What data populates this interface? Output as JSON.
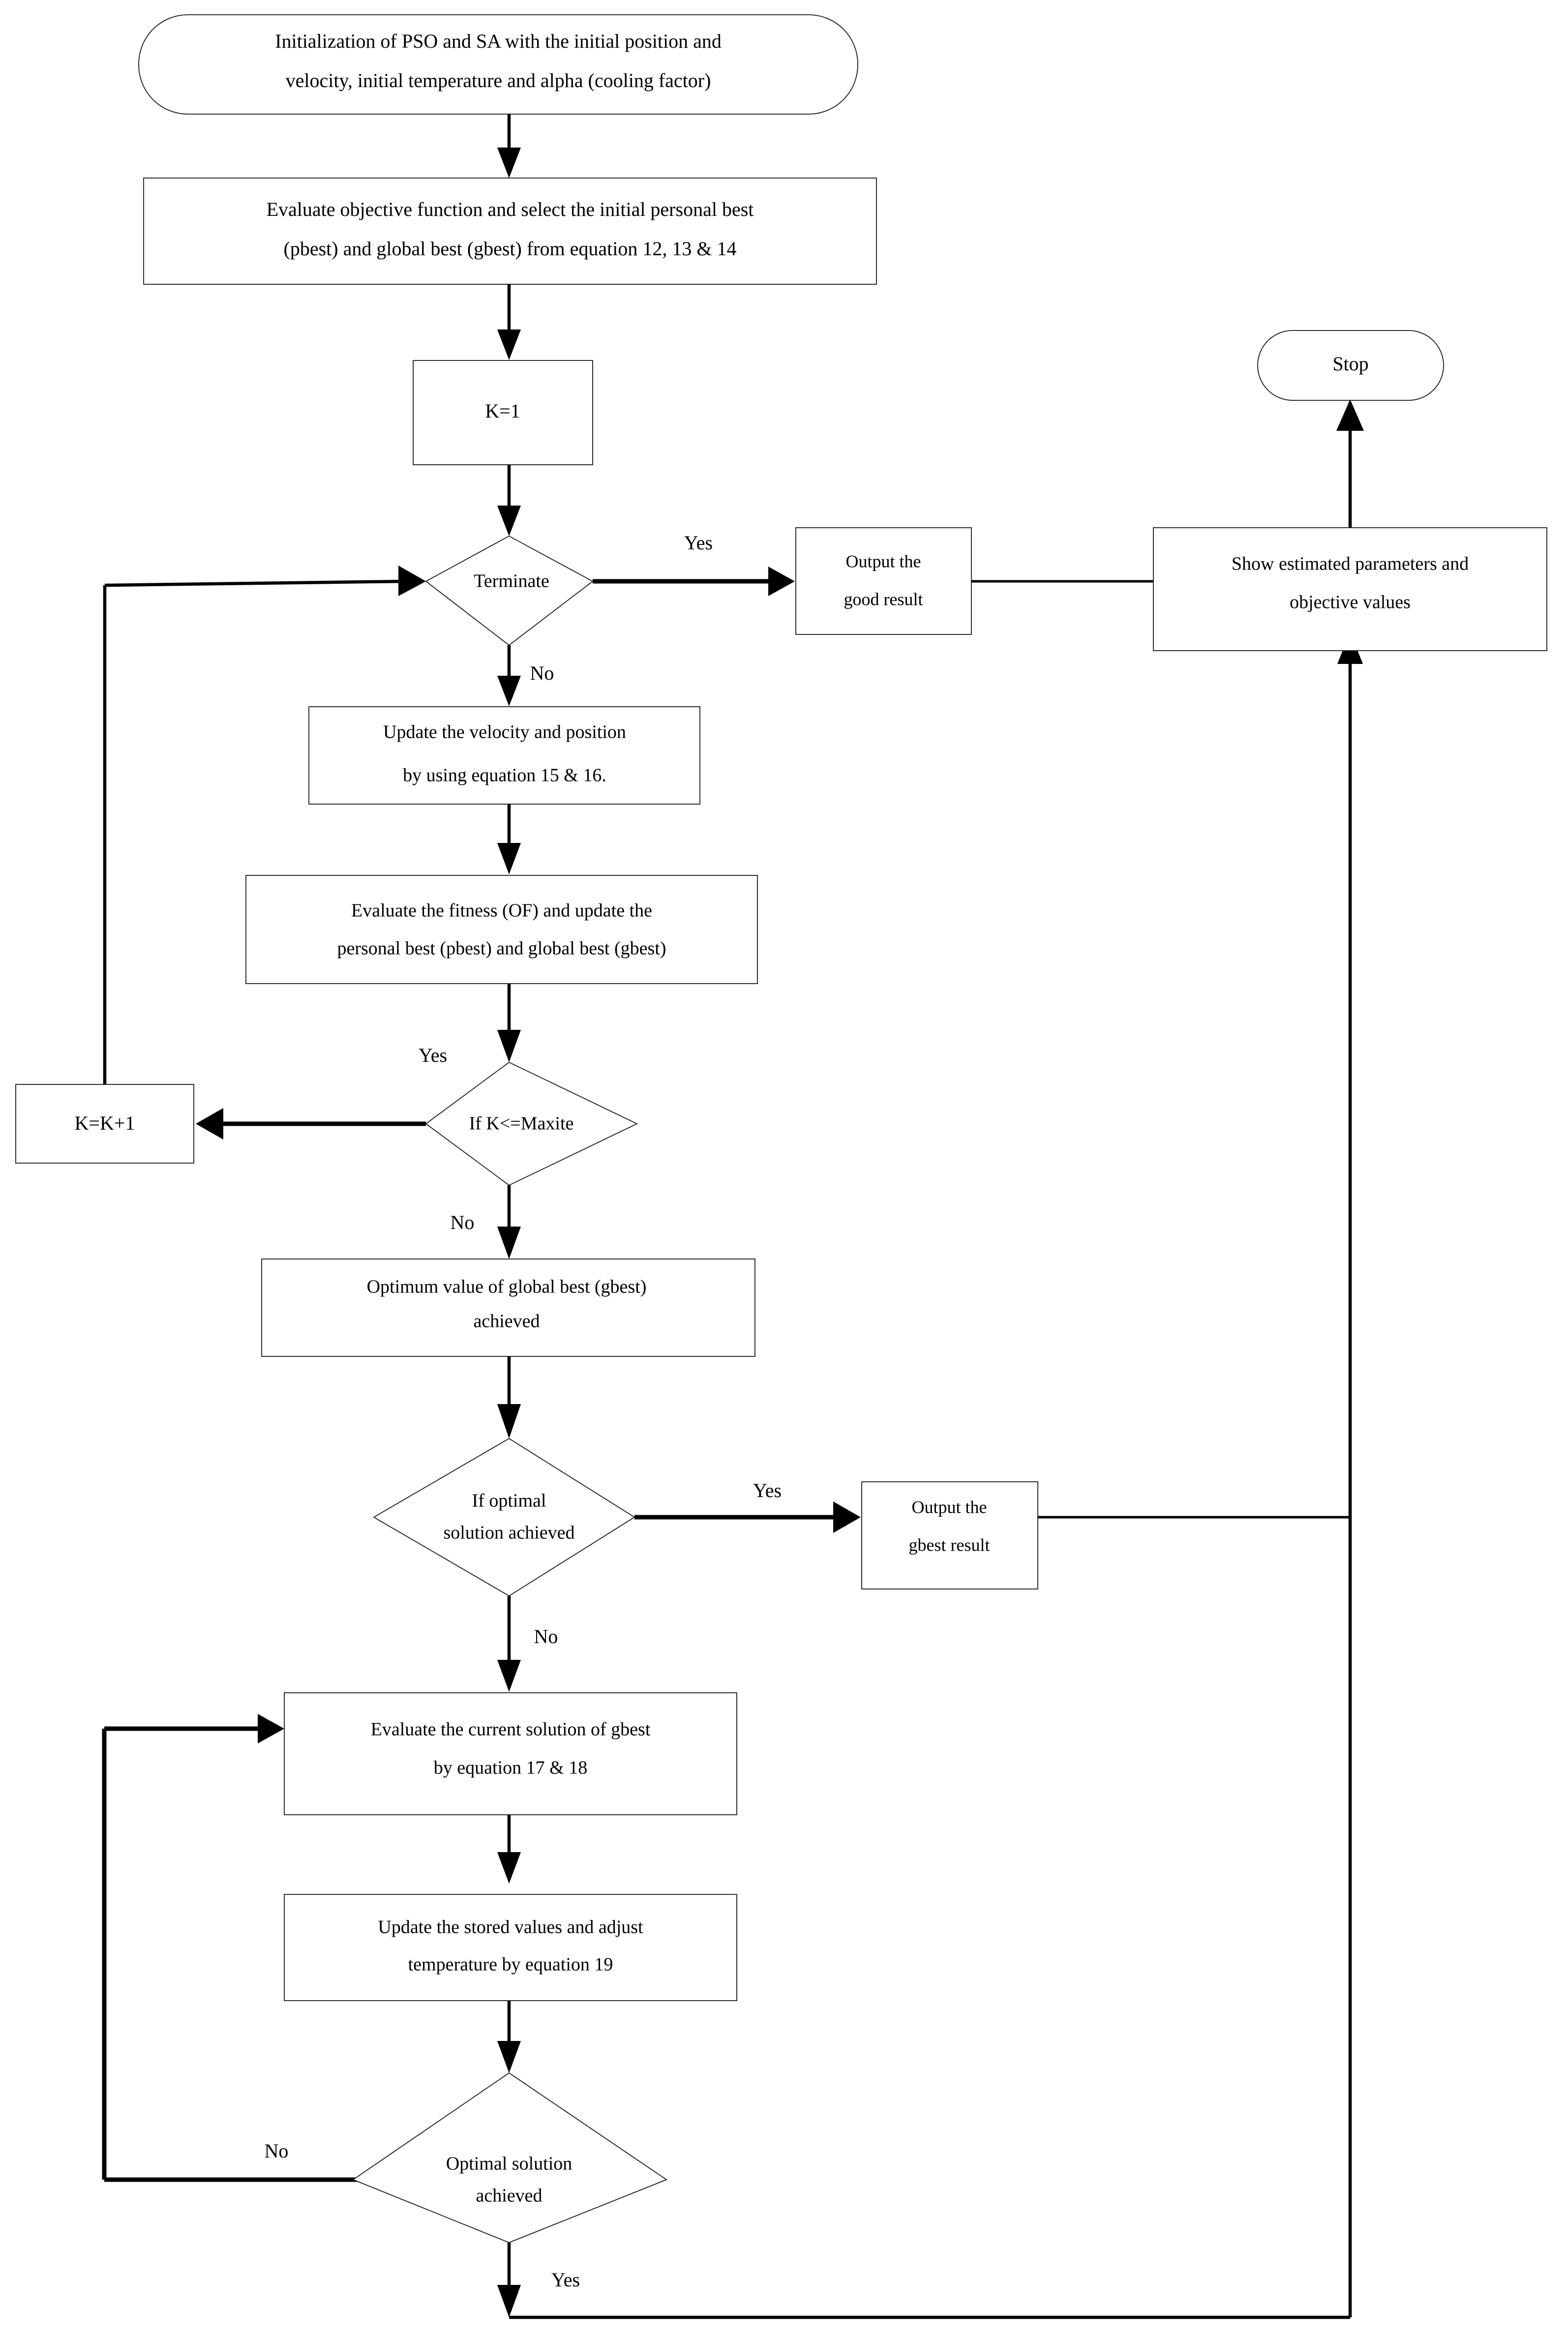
{
  "diagram": {
    "title": "PSO-SA hybrid optimization flowchart",
    "background_color": "#ffffff",
    "line_color": "#000000",
    "text_color": "#000000"
  },
  "nodes": {
    "start": {
      "shape": "rounded-terminator",
      "line1": "Initialization of PSO and SA with the initial position and",
      "line2": "velocity, initial temperature and alpha (cooling factor)"
    },
    "evaluate_objective": {
      "shape": "process",
      "line1": "Evaluate objective function and select the initial personal best",
      "line2": "(pbest) and global best (gbest) from equation 12, 13 & 14"
    },
    "k_init": {
      "shape": "process",
      "line1": "K=1"
    },
    "terminate": {
      "shape": "decision",
      "line1": "Terminate"
    },
    "output_good_result": {
      "shape": "process",
      "line1": "Output the",
      "line2": "good result"
    },
    "show_estimated": {
      "shape": "process",
      "line1": "Show estimated parameters and",
      "line2": "objective values"
    },
    "stop": {
      "shape": "rounded-terminator",
      "line1": "Stop"
    },
    "update_velocity": {
      "shape": "process",
      "line1": "Update the velocity and position",
      "line2": "by using equation 15 & 16."
    },
    "evaluate_fitness": {
      "shape": "process",
      "line1": "Evaluate the fitness (OF) and update the",
      "line2": "personal best (pbest) and global best (gbest)"
    },
    "k_increment": {
      "shape": "process",
      "line1": "K=K+1"
    },
    "if_k_maxite": {
      "shape": "decision",
      "line1": "If K<=Maxite"
    },
    "optimum_gbest": {
      "shape": "process",
      "line1": "Optimum value of global best (gbest)",
      "line2": "achieved"
    },
    "if_optimal_solution": {
      "shape": "decision",
      "line1": "If optimal",
      "line2": "solution achieved"
    },
    "output_gbest_result": {
      "shape": "process",
      "line1": "Output the",
      "line2": "gbest result"
    },
    "evaluate_current": {
      "shape": "process",
      "line1": "Evaluate the current solution of gbest",
      "line2": "by equation 17 & 18"
    },
    "update_stored": {
      "shape": "process",
      "line1": "Update the stored values and adjust",
      "line2": "temperature by equation 19"
    },
    "optimal_solution_achieved": {
      "shape": "decision",
      "line1": "Optimal solution",
      "line2": "achieved"
    }
  },
  "edge_labels": {
    "terminate_yes": "Yes",
    "terminate_no": "No",
    "maxite_yes": "Yes",
    "maxite_no": "No",
    "optimal_yes": "Yes",
    "optimal_no": "No",
    "sa_no": "No",
    "sa_yes": "Yes"
  }
}
